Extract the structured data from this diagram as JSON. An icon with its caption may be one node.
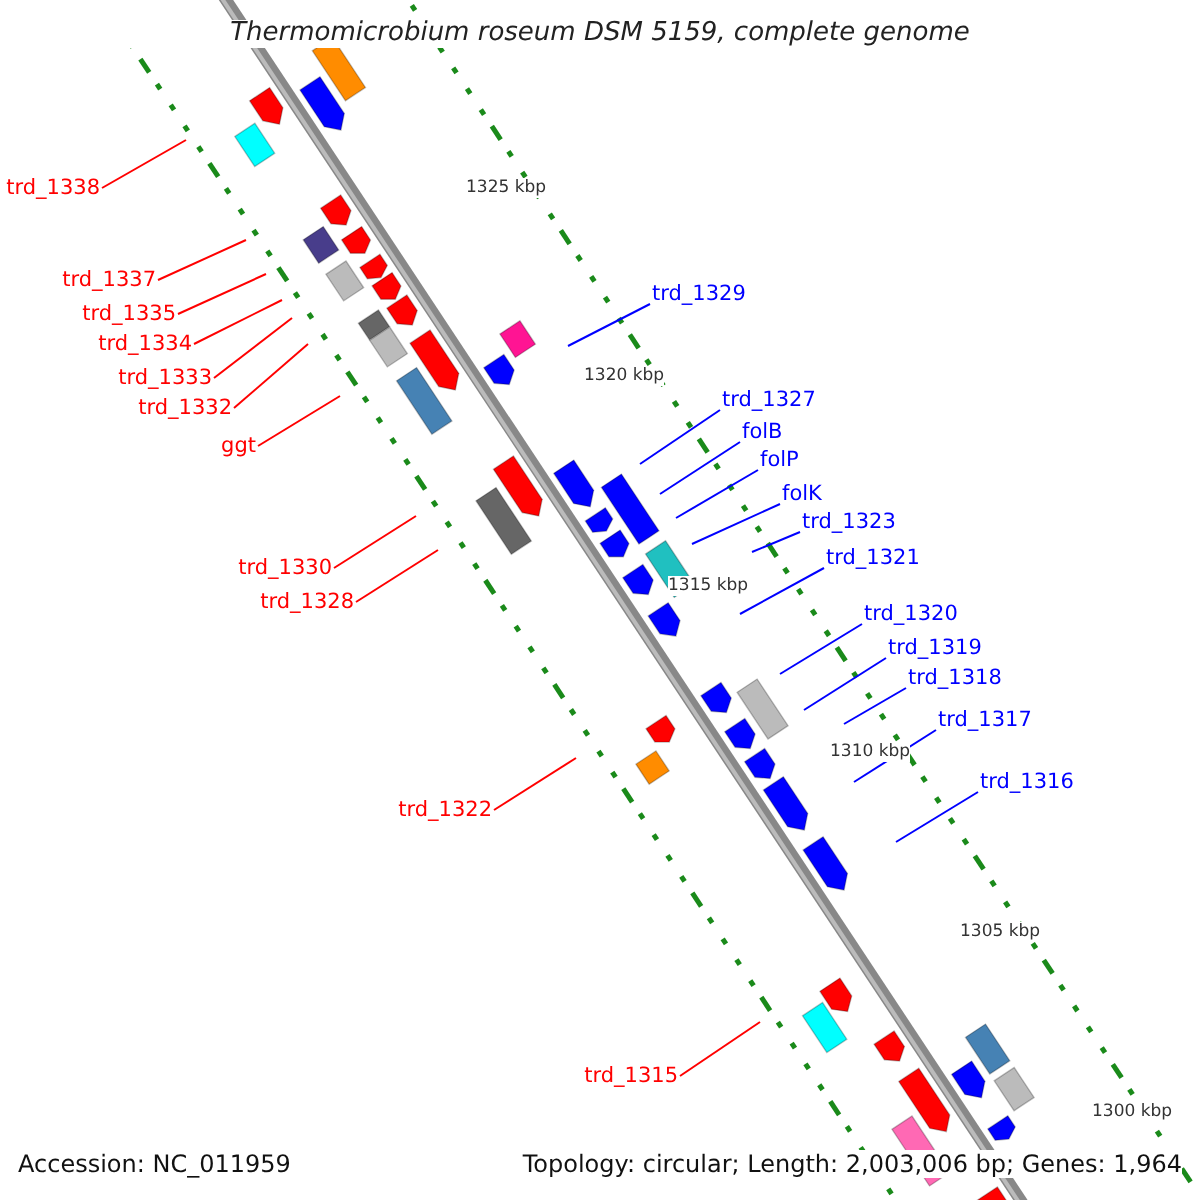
{
  "diagram": {
    "title": "Thermomicrobium roseum DSM 5159, complete genome",
    "nodes": [
      {
        "text": [
          "trd_1338"
        ]
      },
      {
        "text": [
          "trd_1337"
        ]
      },
      {
        "text": [
          "trd_1329"
        ]
      },
      {
        "text": [
          "trd_1335"
        ]
      },
      {
        "text": [
          "trd_1334"
        ]
      },
      {
        "text": [
          "trd_1333"
        ]
      },
      {
        "text": [
          "trd_1327"
        ]
      },
      {
        "text": [
          "trd_1332"
        ]
      },
      {
        "text": [
          "folB"
        ]
      },
      {
        "text": [
          "ggt"
        ]
      },
      {
        "text": [
          "folP"
        ]
      },
      {
        "text": [
          "folK"
        ]
      },
      {
        "text": [
          "trd_1323"
        ]
      },
      {
        "text": [
          "trd_1321"
        ]
      },
      {
        "text": [
          "trd_1330"
        ]
      },
      {
        "text": [
          "trd_1328"
        ]
      },
      {
        "text": [
          "trd_1320"
        ]
      },
      {
        "text": [
          "trd_1319"
        ]
      },
      {
        "text": [
          "trd_1318"
        ]
      },
      {
        "text": [
          "trd_1317"
        ]
      },
      {
        "text": [
          "trd_1316"
        ]
      },
      {
        "text": [
          "trd_1322"
        ]
      },
      {
        "text": [
          "trd_1315"
        ]
      }
    ],
    "edges": [
      {
        "from": 0,
        "to": null,
        "arrow": "none",
        "color": "#ff0000"
      },
      {
        "from": 1,
        "to": null,
        "arrow": "none",
        "color": "#ff0000"
      },
      {
        "from": 2,
        "to": null,
        "arrow": "none"
      },
      {
        "from": 3,
        "to": null,
        "arrow": "none",
        "color": "#ff0000"
      },
      {
        "from": 4,
        "to": null,
        "arrow": "none",
        "color": "#ff0000"
      },
      {
        "from": 5,
        "to": null,
        "arrow": "none",
        "color": "#ff0000"
      },
      {
        "from": 6,
        "to": null,
        "arrow": "none"
      },
      {
        "from": 7,
        "to": null,
        "arrow": "none",
        "color": "#ff0000"
      },
      {
        "from": 8,
        "to": null,
        "arrow": "none"
      },
      {
        "from": 9,
        "to": null,
        "arrow": "none",
        "color": "#ff0000"
      },
      {
        "from": 10,
        "to": null,
        "arrow": "none"
      },
      {
        "from": 11,
        "to": null,
        "arrow": "none"
      },
      {
        "from": 12,
        "to": null,
        "arrow": "none"
      },
      {
        "from": 13,
        "to": null,
        "arrow": "none"
      },
      {
        "from": 14,
        "to": null,
        "arrow": "none",
        "color": "#ff0000"
      },
      {
        "from": 15,
        "to": null,
        "arrow": "none",
        "color": "#ff0000"
      },
      {
        "from": 16,
        "to": null,
        "arrow": "none"
      },
      {
        "from": 17,
        "to": null,
        "arrow": "none"
      },
      {
        "from": 18,
        "to": null,
        "arrow": "none"
      },
      {
        "from": 19,
        "to": null,
        "arrow": "none"
      },
      {
        "from": 20,
        "to": null,
        "arrow": "none"
      },
      {
        "from": 21,
        "to": null,
        "arrow": "none",
        "color": "#ff0000"
      },
      {
        "from": 22,
        "to": null,
        "arrow": "none",
        "color": "#ff0000"
      }
    ],
    "labels": [
      "1325 kbp",
      "1320 kbp",
      "1315 kbp",
      "1310 kbp",
      "1305 kbp",
      "1300 kbp",
      "Accession: NC_011959",
      "Topology: circular; Length: 2,003,006 bp; Genes: 1,964"
    ]
  }
}
